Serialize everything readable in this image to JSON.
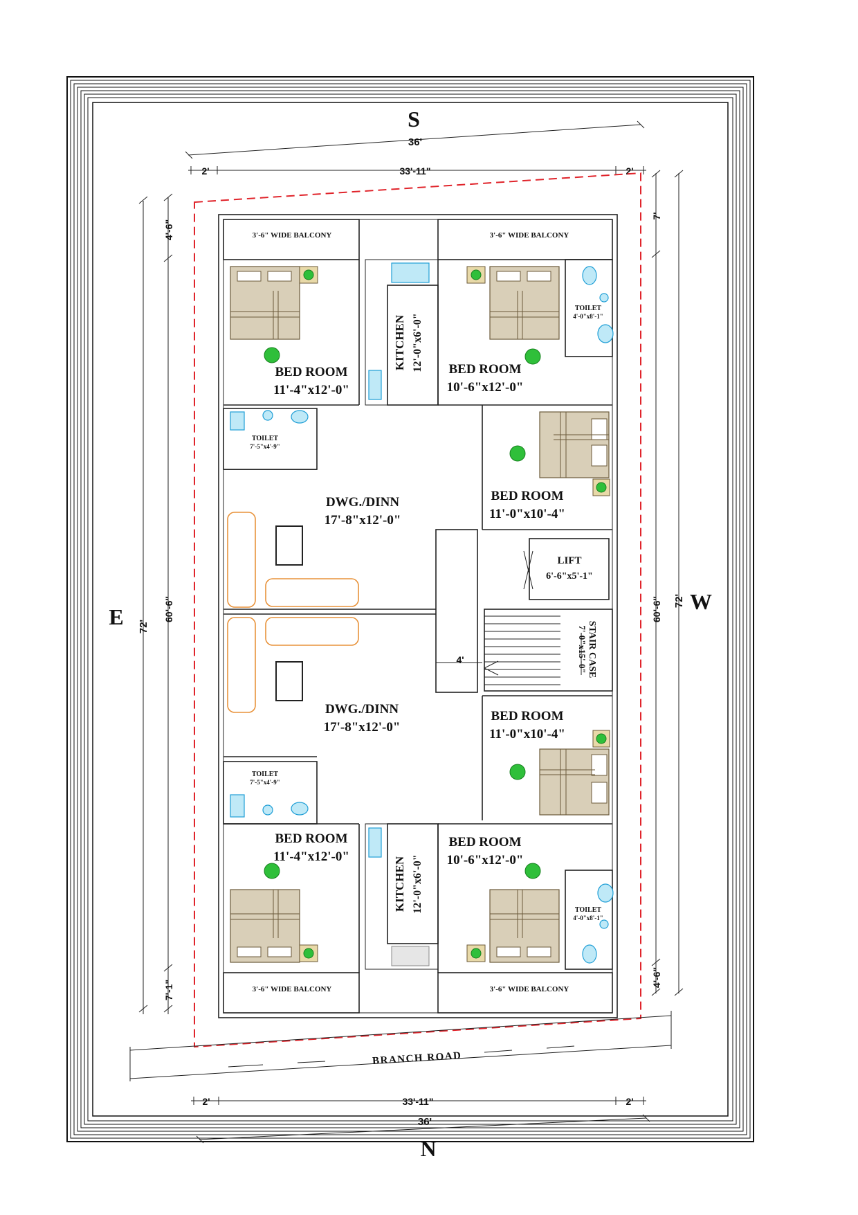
{
  "orientation": {
    "south": "S",
    "north": "N",
    "east": "E",
    "west": "W"
  },
  "dimensions": {
    "top_total": "36'",
    "top_left": "2'",
    "top_mid": "33'-11\"",
    "top_right": "2'",
    "bottom_total": "36'",
    "bottom_left": "2'",
    "bottom_mid": "33'-11\"",
    "bottom_right": "2'",
    "left_total": "72'",
    "left_top": "4'-6\"",
    "left_mid": "60'-6\"",
    "left_bottom": "7'-1\"",
    "right_total": "72'",
    "right_top": "7'",
    "right_mid": "60'-6\"",
    "right_bottom": "4'-6\"",
    "stair_width": "4'"
  },
  "road": "BRANCH ROAD",
  "rooms": {
    "balcony": "3'-6\" WIDE BALCONY",
    "bed_room": "BED ROOM",
    "kitchen": "KITCHEN",
    "kitchen_size": "12'-0\"x6'-0\"",
    "toilet": "TOILET",
    "dwg": "DWG./DINN",
    "dwg_size": "17'-8\"x12'-0\"",
    "lift": "LIFT",
    "lift_size": "6'-6\"x5'-1\"",
    "stair": "STAIR CASE",
    "stair_size": "7'-0\"x15'-0\"",
    "bed_a_size": "11'-4\"x12'-0\"",
    "bed_b_size": "10'-6\"x12'-0\"",
    "bed_c_size": "11'-0\"x10'-4\"",
    "toilet_a_size": "4'-0\"x8'-1\"",
    "toilet_b_size": "7'-5\"x4'-9\""
  },
  "colors": {
    "plot_boundary": "#e0242b",
    "sofa": "#e8923a",
    "fixture": "#1e9ed6",
    "plant": "#2fbf3a",
    "bed": "#6b5a3a"
  }
}
